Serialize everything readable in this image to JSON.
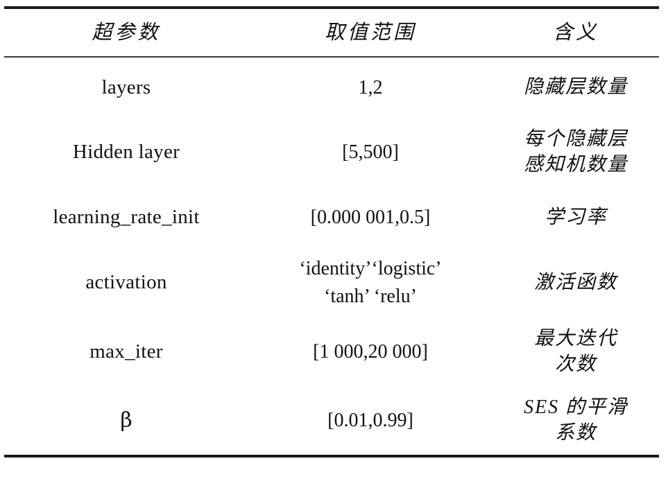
{
  "table": {
    "columns": [
      {
        "key": "name",
        "label": "超参数"
      },
      {
        "key": "range",
        "label": "取值范围"
      },
      {
        "key": "mean",
        "label": "含义"
      }
    ],
    "rows": [
      {
        "name": "layers",
        "range_lines": [
          "1,2"
        ],
        "meaning_lines": [
          "隐藏层数量"
        ]
      },
      {
        "name": "Hidden layer",
        "range_lines": [
          "[5,500]"
        ],
        "meaning_lines": [
          "每个隐藏层",
          "感知机数量"
        ]
      },
      {
        "name": "learning_rate_init",
        "range_lines": [
          "[0.000 001,0.5]"
        ],
        "meaning_lines": [
          "学习率"
        ]
      },
      {
        "name": "activation",
        "range_lines": [
          "‘identity’‘logistic’",
          "‘tanh’ ‘relu’"
        ],
        "meaning_lines": [
          "激活函数"
        ]
      },
      {
        "name": "max_iter",
        "range_lines": [
          "[1 000,20 000]"
        ],
        "meaning_lines": [
          "最大迭代",
          "次数"
        ]
      },
      {
        "name": "β",
        "range_lines": [
          "[0.01,0.99]"
        ],
        "meaning_lines": [
          "SES 的平滑",
          "系数"
        ]
      }
    ]
  },
  "style": {
    "rule_color": "#1b1b1b",
    "mid_rule_color": "#3a3a3a",
    "text_color": "#111111",
    "background": "#ffffff"
  }
}
